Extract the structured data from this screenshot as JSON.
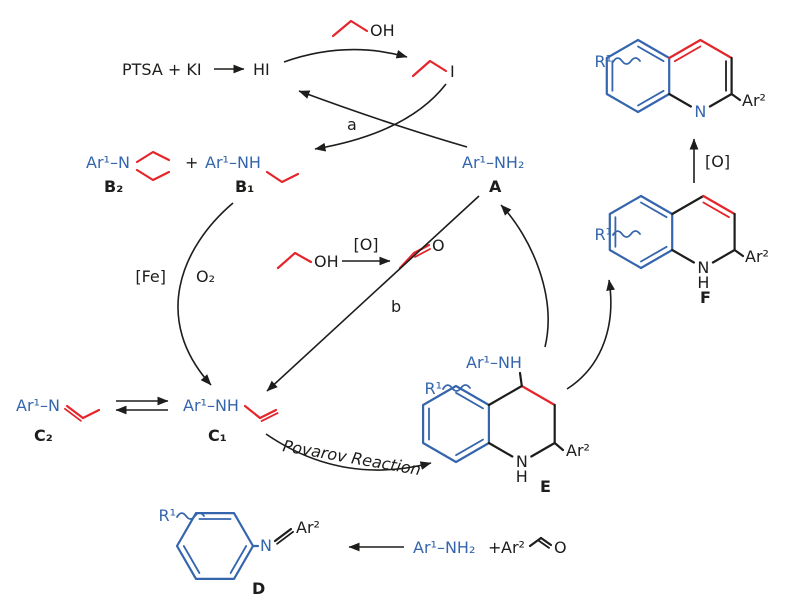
{
  "colors": {
    "aniline_blue": "#3566ad",
    "ethanol_red": "#e4252b",
    "ink_black": "#1d1d1b",
    "background": "#ffffff"
  },
  "alkylation_cycle": {
    "ethanol_oh": "OH",
    "ptsa_ki": "PTSA + KI",
    "hi": "HI",
    "ethyl_iodide": "I",
    "label_a": "a"
  },
  "amines": {
    "b2_formula": "Ar¹–N",
    "b2_label": "B₂",
    "plus": "+",
    "b1_formula": "Ar¹–NH",
    "b1_label": "B₁",
    "aniline_formula": "Ar¹–NH₂",
    "aniline_label": "A"
  },
  "oxidation": {
    "catalyst": "[Fe]",
    "oxygen": "O₂",
    "ethanol_oh": "OH",
    "oxidant": "[O]",
    "aldehyde_o": "O",
    "label_b": "b"
  },
  "enamine": {
    "c2_formula": "Ar¹–N",
    "c2_label": "C₂",
    "c1_formula": "Ar¹–NH",
    "c1_label": "C₁"
  },
  "povarov": {
    "label": "Povarov Reaction"
  },
  "compound_e": {
    "amine": "Ar¹–NH",
    "r1": "R¹",
    "n": "N",
    "h": "H",
    "ar2": "Ar²",
    "label": "E"
  },
  "compound_f": {
    "r1": "R¹",
    "n": "N",
    "h": "H",
    "ar2": "Ar²",
    "label": "F",
    "oxidant": "[O]"
  },
  "quinoline": {
    "r1": "R¹",
    "n": "N",
    "ar2": "Ar²"
  },
  "imine_d": {
    "r1": "R¹",
    "n": "N",
    "ar2": "Ar²",
    "label": "D"
  },
  "condensation": {
    "amine": "Ar¹–NH₂",
    "plus": "+",
    "ar2": "Ar²",
    "o": "O"
  }
}
